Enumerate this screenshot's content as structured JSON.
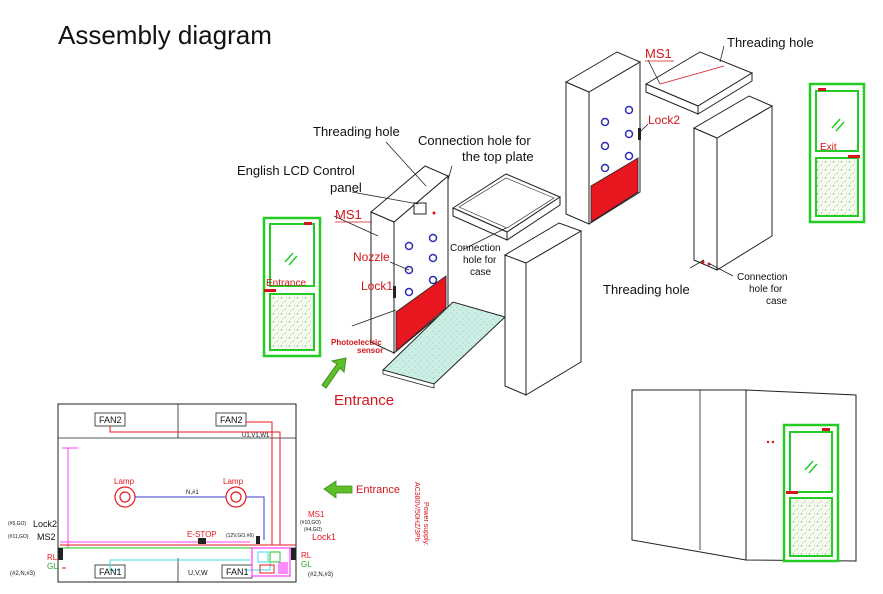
{
  "title": "Assembly diagram",
  "colors": {
    "line": "#222222",
    "red_label": "#d4161b",
    "door_green": "#22cc22",
    "nozzle_blue": "#2d2db4",
    "red_panel": "#e8171f",
    "floor_teal": "#bfe9e0",
    "arrow_green": "#5fbf2a",
    "wire_pink": "#ff40ff",
    "wire_cyan": "#40d8e8",
    "wire_red": "#e8171f",
    "wire_blue": "#3a3ad0"
  },
  "labels": {
    "threading_hole_top": "Threading hole",
    "threading_hole_mid": "Threading hole",
    "threading_hole_low": "Threading hole",
    "conn_top_line1": "Connection hole for",
    "conn_top_line2": "the top plate",
    "lcd_line1": "English LCD Control",
    "lcd_line2": "panel",
    "ms1_left": "MS1",
    "ms1_right": "MS1",
    "nozzle": "Nozzle",
    "lock1": "Lock1",
    "lock2": "Lock2",
    "entrance_door": "Entrance",
    "exit_door": "Exit",
    "photo_line1": "Photoelectric",
    "photo_line2": "sensor",
    "entrance_arrow": "Entrance",
    "conn_case_mid_1": "Connection",
    "conn_case_mid_2": "hole for",
    "conn_case_mid_3": "case",
    "conn_case_right_1": "Connection",
    "conn_case_right_2": "hole for",
    "conn_case_right_3": "case"
  },
  "wiring": {
    "fan2_left": "FAN2",
    "fan2_right": "FAN2",
    "fan1_left": "FAN1",
    "fan1_right": "FAN1",
    "uvw_top": "U1,V1,W1",
    "uvw_bottom": "U,V,W",
    "lamp_left": "Lamp",
    "lamp_right": "Lamp",
    "n1": "N,#1",
    "estop": "E-STOP",
    "v12": "(12V,GO,#6)",
    "entrance": "Entrance",
    "power_line1": "Power supply:",
    "power_line2": "AC380V/50HZ/3Ph",
    "left_go5": "(#5,GO)",
    "left_go11": "(#11,GO)",
    "lock2": "Lock2",
    "ms2": "MS2",
    "rl_left": "RL",
    "gl_left": "GL",
    "n3_left": "(#2,N,#3)",
    "ms1": "MS1",
    "go10": "(#10,GO)",
    "go4": "(#4,GO)",
    "lock1": "Lock1",
    "rl_right": "RL",
    "gl_right": "GL",
    "n3_right": "(#2,N,#3)"
  }
}
